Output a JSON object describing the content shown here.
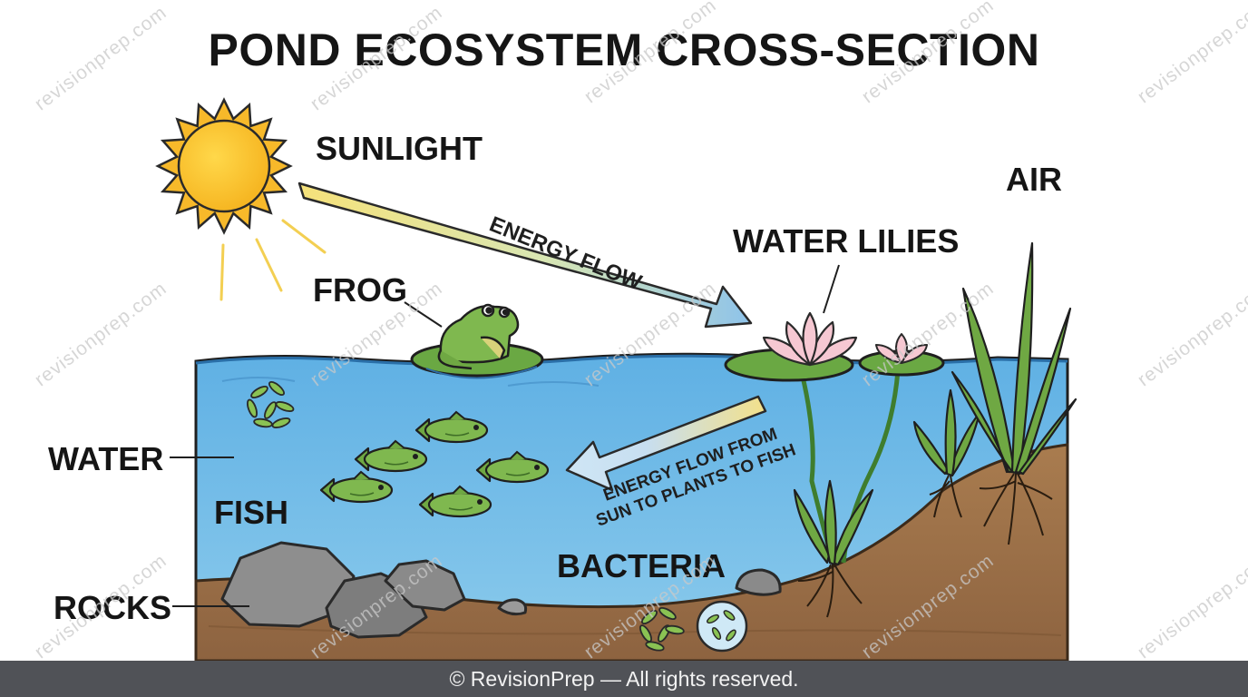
{
  "title": "POND ECOSYSTEM CROSS-SECTION",
  "labels": {
    "sunlight": "SUNLIGHT",
    "air": "AIR",
    "water_lilies": "WATER LILIES",
    "frog": "FROG",
    "water": "WATER",
    "fish": "FISH",
    "rocks": "ROCKS",
    "bacteria": "BACTERIA"
  },
  "arrows": {
    "energy_flow": "ENERGY FLOW",
    "energy_flow_from_line1": "ENERGY FLOW FROM",
    "energy_flow_from_line2": "SUN TO PLANTS TO FISH"
  },
  "watermark": "revisionprep.com",
  "footer": "© RevisionPrep — All rights reserved.",
  "colors": {
    "sun": "#F9C32C",
    "water": "#6FB7E3",
    "soil": "#A77A4F",
    "plant": "#6FA843",
    "rock": "#8E8E8E",
    "lily": "#F4C6D0",
    "footer_bg": "#505257"
  }
}
